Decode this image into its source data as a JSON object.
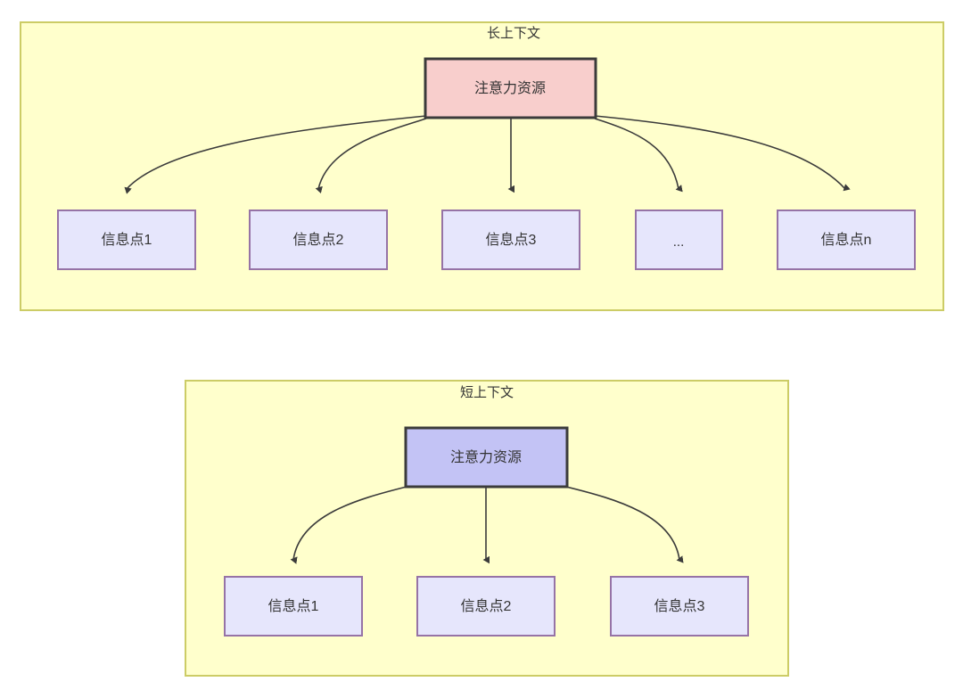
{
  "diagram": {
    "type": "flowchart",
    "background_color": "#FFFFFF",
    "groups": [
      {
        "id": "long-context",
        "title": "长上下文",
        "fill_color": "#FFFFCC",
        "border_color": "#CCCC66",
        "root": {
          "label": "注意力资源",
          "fill_color": "#F8CECC",
          "border_color": "#3B3B3B"
        },
        "children": [
          {
            "label": "信息点1",
            "fill_color": "#E6E6FC",
            "border_color": "#9673A6"
          },
          {
            "label": "信息点2",
            "fill_color": "#E6E6FC",
            "border_color": "#9673A6"
          },
          {
            "label": "信息点3",
            "fill_color": "#E6E6FC",
            "border_color": "#9673A6"
          },
          {
            "label": "...",
            "fill_color": "#E6E6FC",
            "border_color": "#9673A6"
          },
          {
            "label": "信息点n",
            "fill_color": "#E6E6FC",
            "border_color": "#9673A6"
          }
        ]
      },
      {
        "id": "short-context",
        "title": "短上下文",
        "fill_color": "#FFFFCC",
        "border_color": "#CCCC66",
        "root": {
          "label": "注意力资源",
          "fill_color": "#C3C3F5",
          "border_color": "#3B3B3B"
        },
        "children": [
          {
            "label": "信息点1",
            "fill_color": "#E6E6FC",
            "border_color": "#9673A6"
          },
          {
            "label": "信息点2",
            "fill_color": "#E6E6FC",
            "border_color": "#9673A6"
          },
          {
            "label": "信息点3",
            "fill_color": "#E6E6FC",
            "border_color": "#9673A6"
          }
        ]
      }
    ],
    "edge_color": "#3B3B3B"
  }
}
